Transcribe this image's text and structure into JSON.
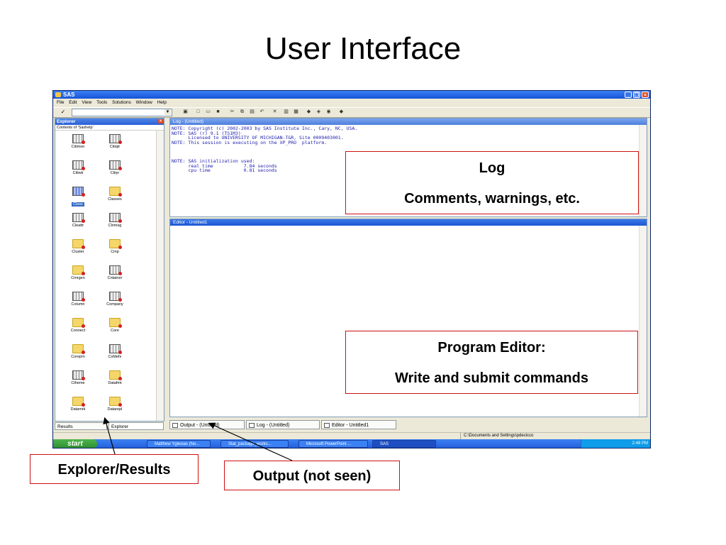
{
  "slide": {
    "title": "User Interface"
  },
  "window": {
    "title": "SAS"
  },
  "menu": [
    "File",
    "Edit",
    "View",
    "Tools",
    "Solutions",
    "Window",
    "Help"
  ],
  "toolbar": {
    "check_label": "✓",
    "command_value": ""
  },
  "explorer": {
    "title": "Explorer",
    "subtitle": "Contents of 'Sashelp'",
    "items": [
      {
        "label": "Citimon",
        "type": "table"
      },
      {
        "label": "Citiqtr",
        "type": "table"
      },
      {
        "label": "Citiwk",
        "type": "table"
      },
      {
        "label": "Citiyr",
        "type": "table"
      },
      {
        "label": "Class",
        "type": "table",
        "selected": true
      },
      {
        "label": "Classes",
        "type": "folder"
      },
      {
        "label": "Cleattr",
        "type": "table"
      },
      {
        "label": "Clnmsg",
        "type": "table"
      },
      {
        "label": "Cluster",
        "type": "folder"
      },
      {
        "label": "Cmp",
        "type": "folder"
      },
      {
        "label": "Cmrgen",
        "type": "folder"
      },
      {
        "label": "Cntainer",
        "type": "table"
      },
      {
        "label": "Column",
        "type": "table"
      },
      {
        "label": "Company",
        "type": "table"
      },
      {
        "label": "Connect",
        "type": "folder"
      },
      {
        "label": "Core",
        "type": "folder"
      },
      {
        "label": "Corepm",
        "type": "folder"
      },
      {
        "label": "Csfdefs",
        "type": "table"
      },
      {
        "label": "Ctheme",
        "type": "table"
      },
      {
        "label": "Datafmt",
        "type": "folder"
      },
      {
        "label": "Datamrk",
        "type": "folder"
      },
      {
        "label": "Datarepl",
        "type": "folder"
      }
    ],
    "tabs": [
      "Results",
      "Explorer"
    ]
  },
  "log": {
    "title": "Log - (Untitled)",
    "text": "NOTE: Copyright (c) 2002-2003 by SAS Institute Inc., Cary, NC, USA.\nNOTE: SAS (r) 9.1 (TS1M3)\n      Licensed to UNIVERSITY OF MICHIGAN-T&R, Site 0009403001.\nNOTE: This session is executing on the XP_PRO  platform.\n\n\n\nNOTE: SAS initialization used:\n      real time           7.84 seconds\n      cpu time            0.81 seconds"
  },
  "editor": {
    "title": "Editor - Untitled1"
  },
  "window_tabs": [
    "Output - (Untitled)",
    "Log - (Untitled)",
    "Editor - Untitled1"
  ],
  "status": {
    "path": "C:\\Documents and Settings\\pdecicco"
  },
  "taskbar": {
    "start": "start",
    "tasks": [
      "Matthew Yglesias (No...",
      "Stat_package_works...",
      "Microsoft PowerPoint ...",
      "SAS"
    ],
    "clock": "2:48 PM"
  },
  "callouts": {
    "log": {
      "line1": "Log",
      "line2": "Comments, warnings, etc."
    },
    "editor": {
      "line1": "Program Editor:",
      "line2": "Write and submit commands"
    },
    "explorer": "Explorer/Results",
    "output": "Output (not seen)"
  }
}
